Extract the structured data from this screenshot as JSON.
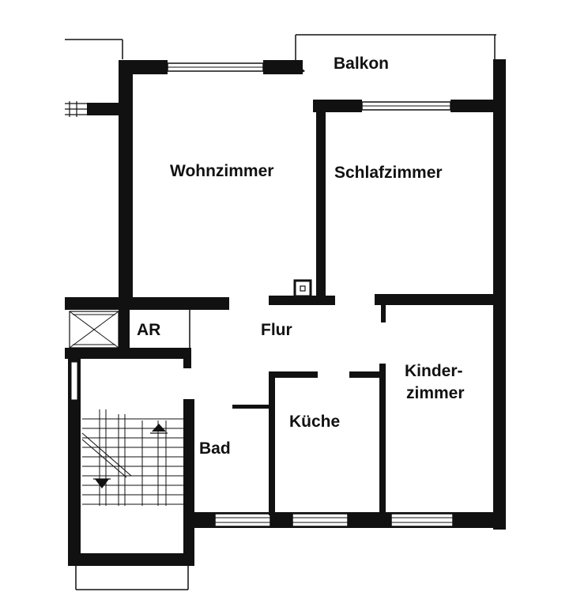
{
  "plan": {
    "rooms": {
      "balkon": "Balkon",
      "wohnzimmer": "Wohnzimmer",
      "schlafzimmer": "Schlafzimmer",
      "ar": "AR",
      "flur": "Flur",
      "kinder_line1": "Kinder-",
      "kinder_line2": "zimmer",
      "kueche": "Küche",
      "bad": "Bad"
    },
    "colors": {
      "wall": "#111111",
      "background": "#ffffff"
    }
  }
}
